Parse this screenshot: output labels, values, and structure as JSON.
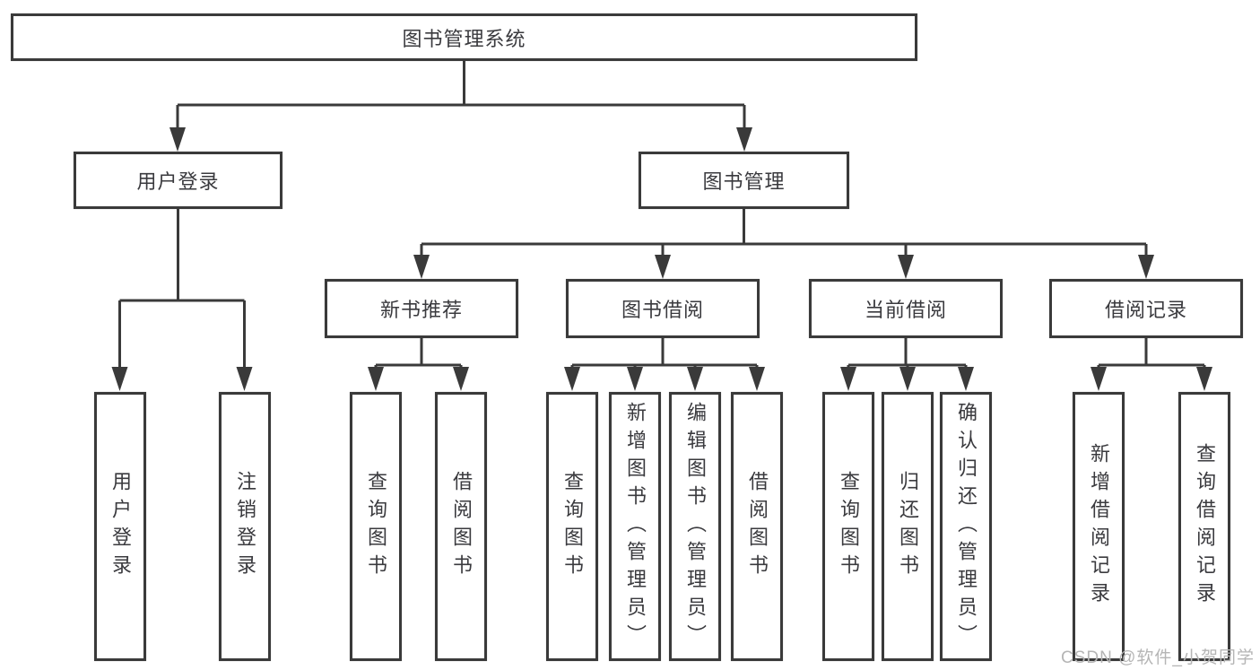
{
  "title": "图书管理系统",
  "watermark": "CSDN @软件_小贺同学",
  "colors": {
    "background": "#ffffff",
    "line": "#3a3a3a",
    "box_border": "#3a3a3a",
    "text": "#3a3a3e",
    "watermark": "#b5b5b5"
  },
  "nodes": {
    "root": {
      "label": "图书管理系统"
    },
    "user_login": {
      "label": "用户登录"
    },
    "book_mgmt": {
      "label": "图书管理"
    },
    "new_book_rec": {
      "label": "新书推荐"
    },
    "book_borrow": {
      "label": "图书借阅"
    },
    "current_borrow": {
      "label": "当前借阅"
    },
    "borrow_records": {
      "label": "借阅记录"
    },
    "ul_login": {
      "label": "用户登录"
    },
    "ul_logout": {
      "label": "注销登录"
    },
    "nb_query": {
      "label": "查询图书"
    },
    "nb_borrow": {
      "label": "借阅图书"
    },
    "bb_query": {
      "label": "查询图书"
    },
    "bb_add": {
      "label": "新增图书（管理员）"
    },
    "bb_edit": {
      "label": "编辑图书（管理员）"
    },
    "bb_borrow": {
      "label": "借阅图书"
    },
    "cb_query": {
      "label": "查询图书"
    },
    "cb_return": {
      "label": "归还图书"
    },
    "cb_confirm": {
      "label": "确认归还（管理员）"
    },
    "br_add": {
      "label": "新增借阅记录"
    },
    "br_query": {
      "label": "查询借阅记录"
    }
  },
  "hierarchy": {
    "label": "图书管理系统",
    "children": [
      {
        "label": "用户登录",
        "children": [
          {
            "label": "用户登录"
          },
          {
            "label": "注销登录"
          }
        ]
      },
      {
        "label": "图书管理",
        "children": [
          {
            "label": "新书推荐",
            "children": [
              {
                "label": "查询图书"
              },
              {
                "label": "借阅图书"
              }
            ]
          },
          {
            "label": "图书借阅",
            "children": [
              {
                "label": "查询图书"
              },
              {
                "label": "新增图书（管理员）"
              },
              {
                "label": "编辑图书（管理员）"
              },
              {
                "label": "借阅图书"
              }
            ]
          },
          {
            "label": "当前借阅",
            "children": [
              {
                "label": "查询图书"
              },
              {
                "label": "归还图书"
              },
              {
                "label": "确认归还（管理员）"
              }
            ]
          },
          {
            "label": "借阅记录",
            "children": [
              {
                "label": "新增借阅记录"
              },
              {
                "label": "查询借阅记录"
              }
            ]
          }
        ]
      }
    ]
  }
}
